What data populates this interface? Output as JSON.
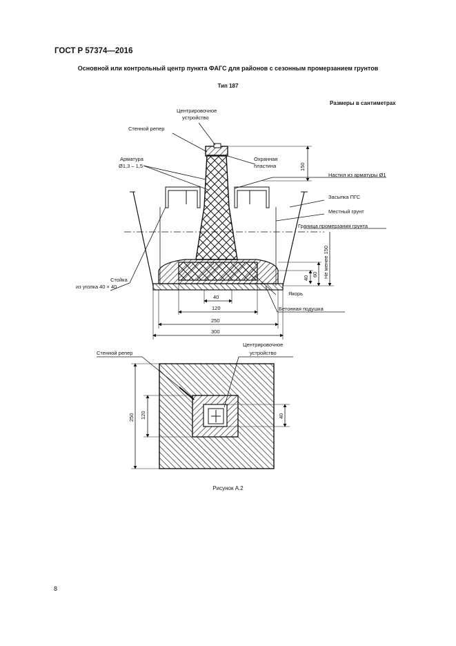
{
  "header": {
    "standard": "ГОСТ Р 57374—2016"
  },
  "figure": {
    "title": "Основной или контрольный центр пункта ФАГС для районов с сезонным промерзанием грунтов",
    "type": "Тип 187",
    "units_note": "Размеры в сантиметрах",
    "caption": "Рисунок А.2"
  },
  "section": {
    "labels": {
      "centering_device": [
        "Центрировочное",
        "устройство"
      ],
      "wall_benchmark": "Стенной репер",
      "rebar": [
        "Арматура",
        "Ø1,3 – 1,5"
      ],
      "protective_plate": [
        "Охранная",
        "пластина"
      ],
      "rebar_cover": "Настил из арматуры Ø1",
      "fill": "Засыпка ПГС",
      "local_soil": "Местный грунт",
      "frost_line": "Граница промерзания грунта",
      "post": [
        "Стойка",
        "из уголка 40 × 40"
      ],
      "anchor": "Якорь",
      "concrete_pad": "Бетонная подушка"
    },
    "dimensions": {
      "top_height": "150",
      "depth_below_frost": "Не менее 150",
      "d40": "40",
      "d60": "60",
      "w40": "40",
      "w120": "120",
      "w250": "250",
      "w300": "300"
    }
  },
  "plan": {
    "labels": {
      "wall_benchmark": "Стенной репер",
      "centering_device": [
        "Центрировочное",
        "устройство"
      ]
    },
    "dimensions": {
      "outer": "250",
      "inner": "120",
      "small": "40"
    }
  },
  "footer": {
    "page_number": "8"
  }
}
